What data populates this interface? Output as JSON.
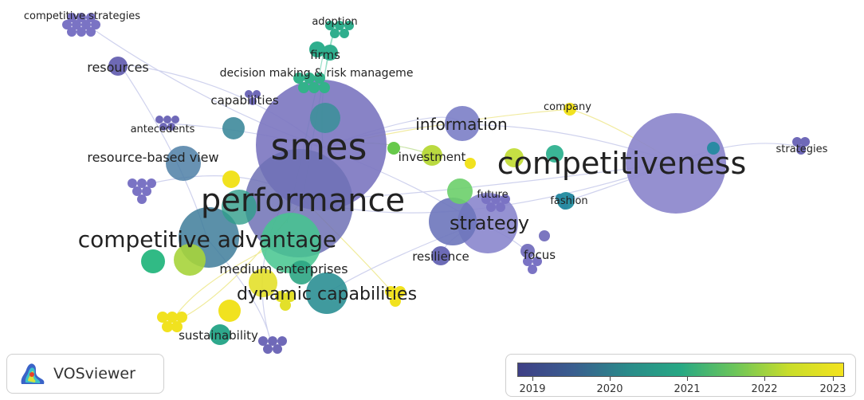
{
  "app": {
    "name": "VOSviewer"
  },
  "colors": {
    "y2019": "#3e3f86",
    "y2020": "#2f7f95",
    "y2021": "#22a785",
    "y2022": "#9bd43a",
    "y2023": "#f1e21f",
    "link": "#a9aee0"
  },
  "legend": {
    "years": [
      "2019",
      "2020",
      "2021",
      "2022",
      "2023"
    ]
  },
  "labels": {
    "smes": "smes",
    "performance": "performance",
    "competitiveness": "competitiveness",
    "competitive_advantage": "competitive advantage",
    "strategy": "strategy",
    "dynamic_capabilities": "dynamic capabilities",
    "information": "information",
    "resource_based_view": "resource-based view",
    "medium_enterprises": "medium enterprises",
    "investment": "investment",
    "resources": "resources",
    "capabilities": "capabilities",
    "decision_making": "decision making & risk manageme",
    "firms": "firms",
    "adoption": "adoption",
    "competitive_strategies": "competitive strategies",
    "antecedents": "antecedents",
    "company": "company",
    "strategies": "strategies",
    "future": "future",
    "fashion": "fashion",
    "resilience": "resilience",
    "focus": "focus",
    "sustainability": "sustainability"
  }
}
